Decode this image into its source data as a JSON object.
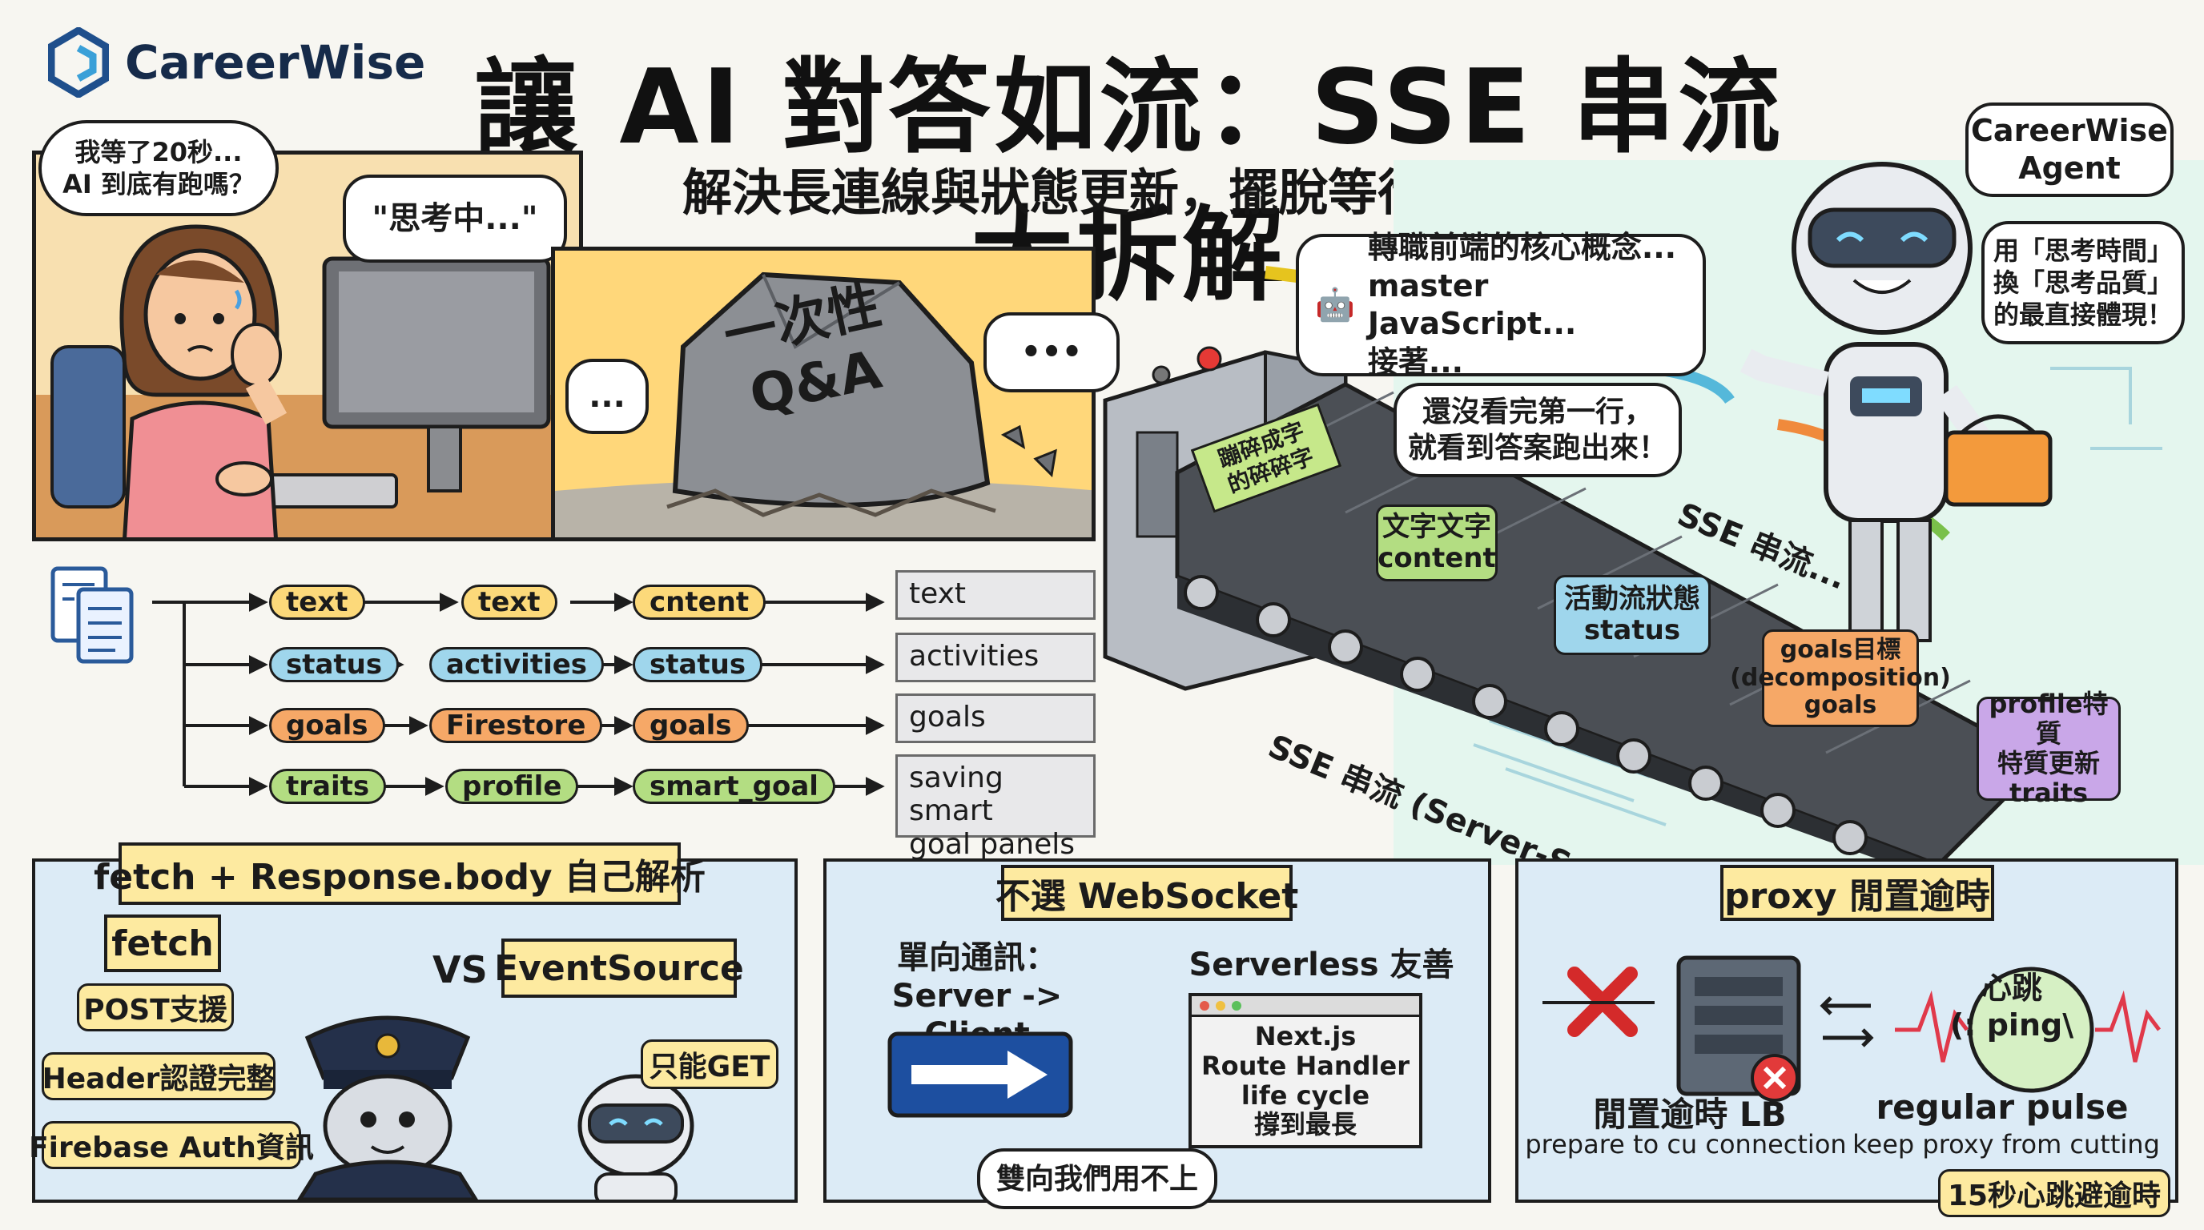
{
  "brand": {
    "name": "CareerWise",
    "color": "#1f4f8c"
  },
  "title": "讓 AI 對答如流：SSE 串流大拆解",
  "subtitle": "解決長連線與狀態更新，擺脫等待焦慮！",
  "comic": {
    "thought_bubble": "我等了20秒...\nAI 到底有跑嗎？",
    "thinking_bubble": "\"思考中...\"",
    "rock_label": "一次性\nQ&A",
    "ellipsis_bubble": "...",
    "typing_bubble": "•••"
  },
  "agent": {
    "name_bubble": "CareerWise\nAgent",
    "quote_bubble": "用「思考時間」\n換「思考品質」\n的最直接體現！",
    "stream_bubble": "轉職前端的核心概念...\nmaster JavaScript...\n接著...",
    "stream_icon": "robot-icon",
    "realtime_bubble": "還沒看完第一行，\n就看到答案跑出來！"
  },
  "flow": {
    "rows": [
      {
        "steps": [
          "text",
          "text",
          "cntent"
        ],
        "output": "text",
        "color": "#fcd97a"
      },
      {
        "steps": [
          "status",
          "activities",
          "status"
        ],
        "output": "activities",
        "color": "#9fd6ec"
      },
      {
        "steps": [
          "goals",
          "Firestore",
          "goals"
        ],
        "output": "goals",
        "color": "#f6a867"
      },
      {
        "steps": [
          "traits",
          "profile",
          "smart_goal"
        ],
        "output": "saving smart\ngoal panels",
        "color": "#b3dd82"
      }
    ]
  },
  "conveyor": {
    "entry_tag": "蹦碎成字\n的碎碎字",
    "cards": [
      {
        "text": "文字文字\ncontent",
        "color": "#b3dd82"
      },
      {
        "text": "活動流狀態\nstatus",
        "color": "#9fd6ec"
      },
      {
        "text": "goals目標\n(decomposition)\ngoals",
        "color": "#f6a867"
      },
      {
        "text": "profile特質\n特質更新\ntraits",
        "color": "#c9a7e8"
      }
    ],
    "label_top": "SSE 串流...",
    "label_bottom": "SSE 串流 (Server-Sent Events)"
  },
  "panel_fetch": {
    "title": "fetch + Response.body 自己解析",
    "fetch_label": "fetch",
    "vs": "VS",
    "eventsource_label": "EventSource",
    "pros": [
      "POST支援",
      "Header認證完整",
      "Firebase Auth資訊"
    ],
    "con": "只能GET"
  },
  "panel_ws": {
    "title": "不選 WebSocket",
    "left_heading": "單向通訊：\nServer -> Client",
    "right_heading": "Serverless 友善",
    "window_text": "Next.js\nRoute Handler\nlife cycle\n撐到最長",
    "bottom_bubble": "雙向我們用不上"
  },
  "panel_proxy": {
    "title": "proxy 閒置逾時",
    "left_caption": "閒置逾時 LB",
    "left_sub": "prepare to cu connection",
    "heart_text": "心跳\n(: ping\\",
    "right_caption": "regular pulse",
    "right_sub": "keep proxy from cutting",
    "footer_tag": "15秒心跳避逾時"
  }
}
